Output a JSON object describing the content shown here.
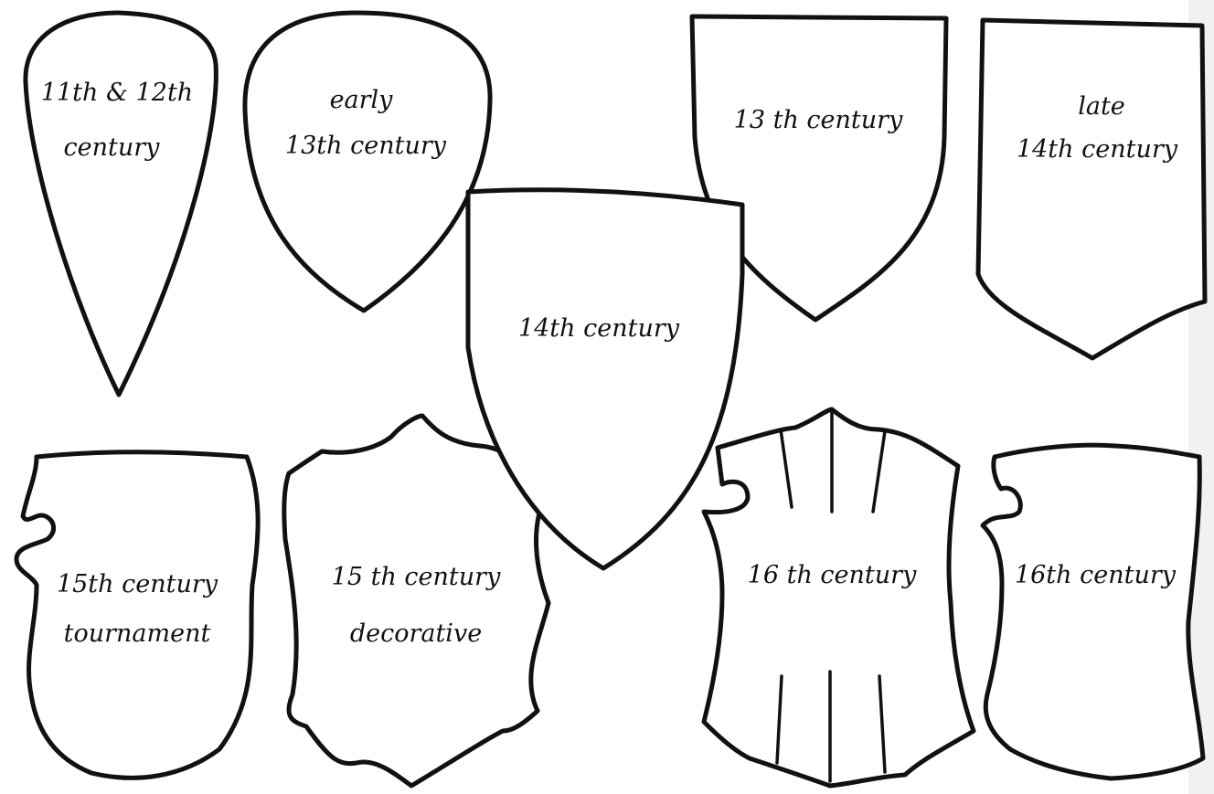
{
  "shields": [
    {
      "id": "11th-12th",
      "lines": [
        "11th & 12th",
        "century"
      ]
    },
    {
      "id": "early-13th",
      "lines": [
        "early",
        "13th century"
      ]
    },
    {
      "id": "13th",
      "lines": [
        "13 th century"
      ]
    },
    {
      "id": "late-14th",
      "lines": [
        "late",
        "14th century"
      ]
    },
    {
      "id": "14th",
      "lines": [
        "14th century"
      ]
    },
    {
      "id": "15th-tournament",
      "lines": [
        "15th century",
        "tournament"
      ]
    },
    {
      "id": "15th-decorative",
      "lines": [
        "15 th century",
        "decorative"
      ]
    },
    {
      "id": "16th-a",
      "lines": [
        "16 th century"
      ]
    },
    {
      "id": "16th-b",
      "lines": [
        "16th century"
      ]
    }
  ]
}
